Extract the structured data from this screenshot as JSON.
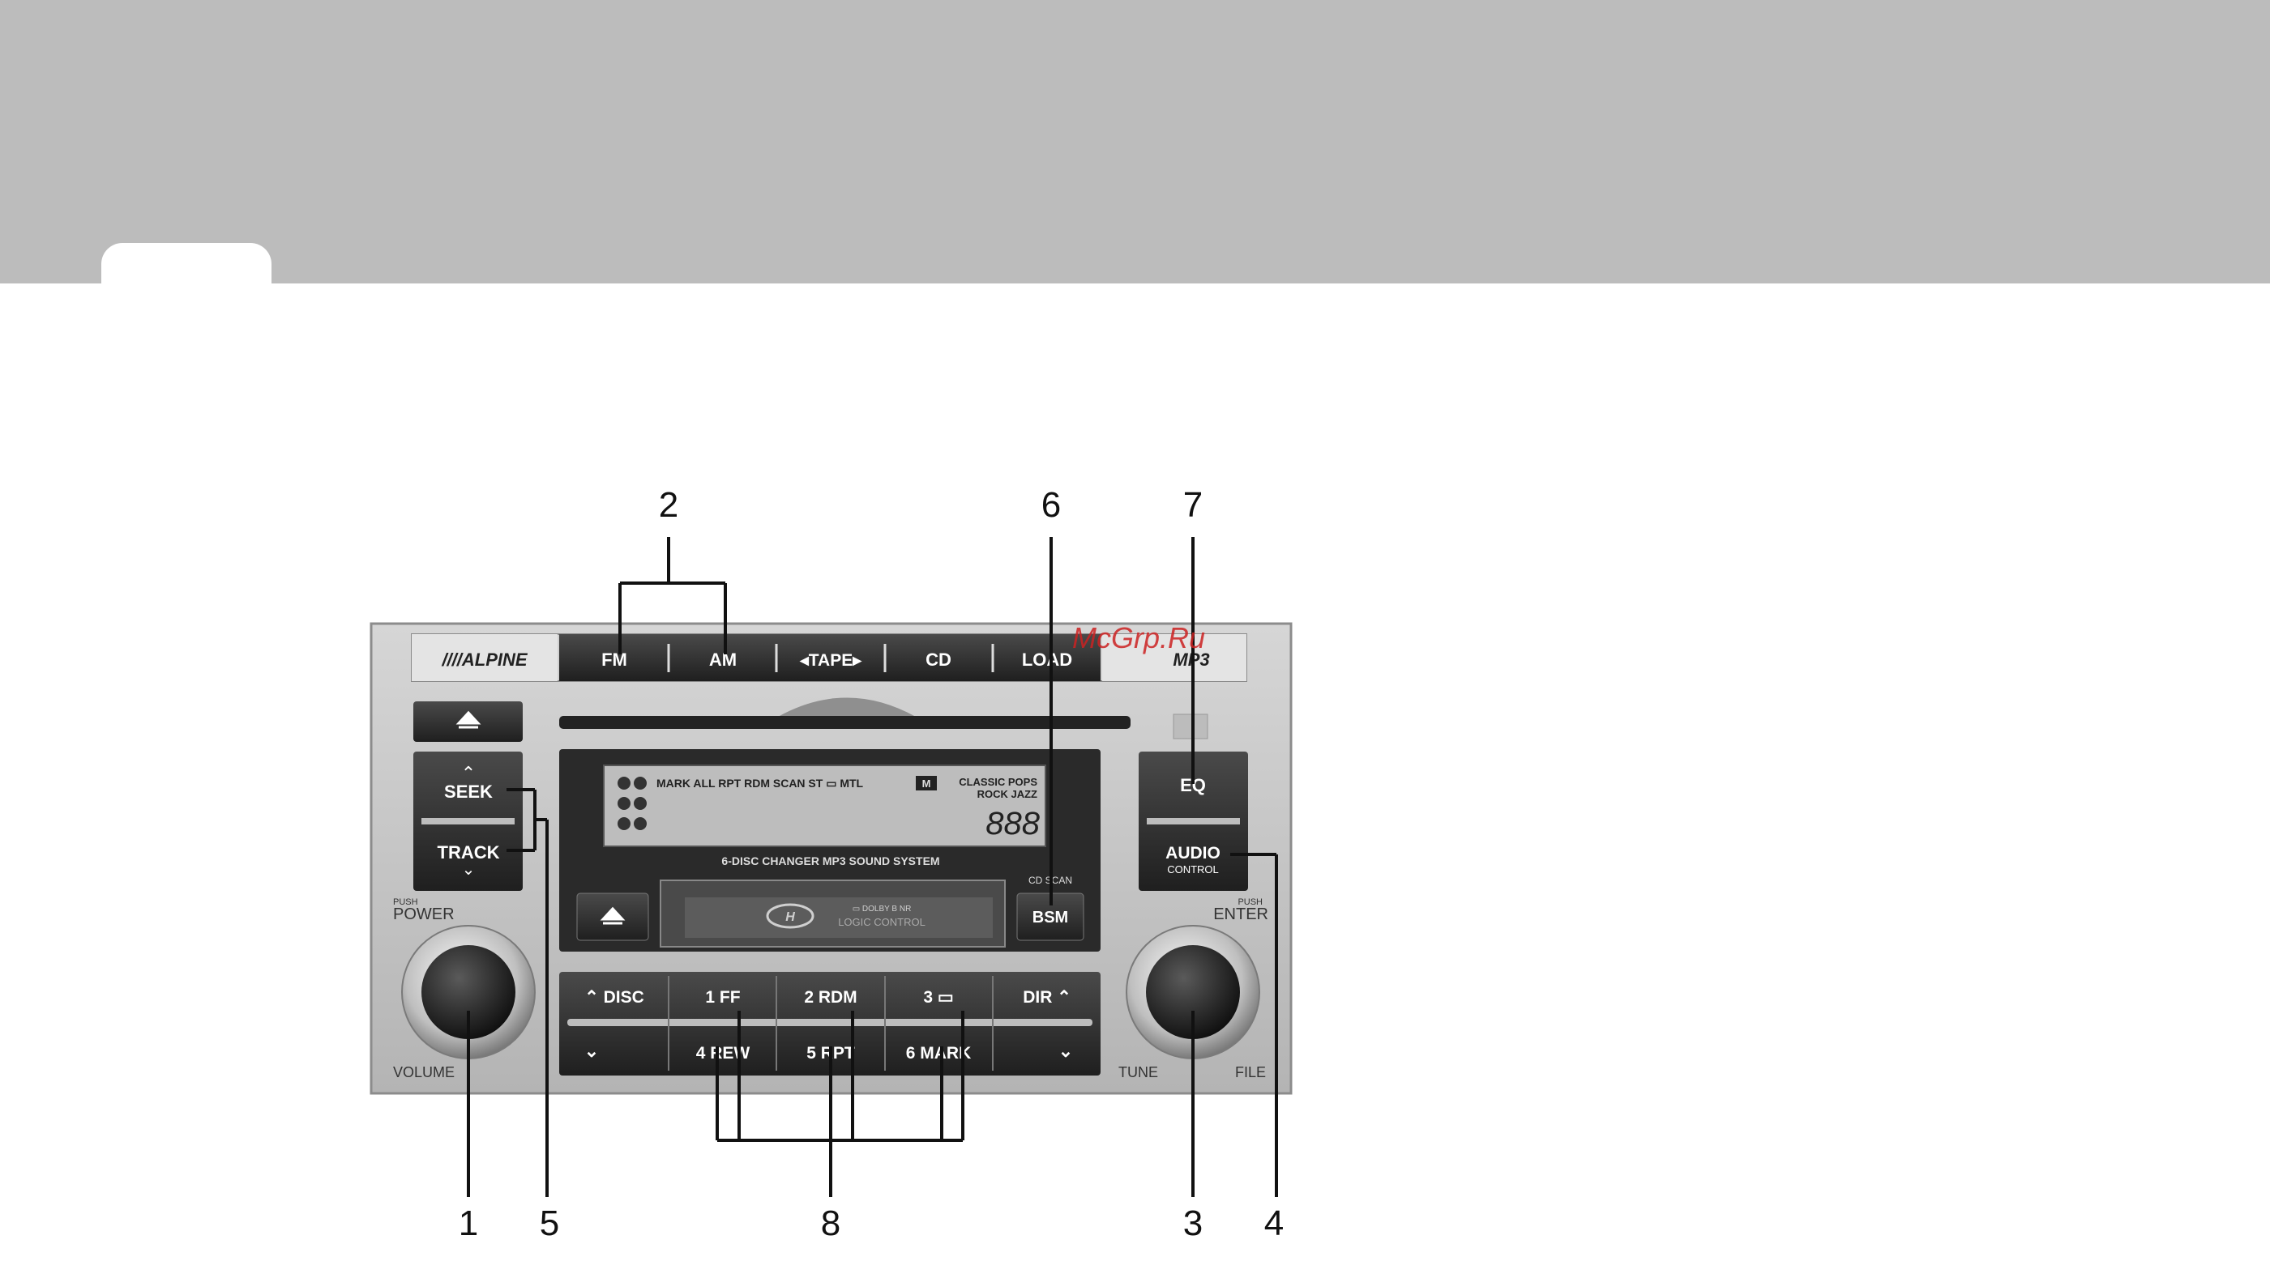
{
  "watermark": "McGrp.Ru",
  "callouts": {
    "c1": "1",
    "c2": "2",
    "c3": "3",
    "c4": "4",
    "c5": "5",
    "c6": "6",
    "c7": "7",
    "c8": "8"
  },
  "unit": {
    "brand": "////ALPINE",
    "mp3_badge": "MP3",
    "mode_buttons": {
      "fm": "FM",
      "am": "AM",
      "tape": "◂TAPE▸",
      "cd": "CD",
      "load": "LOAD"
    },
    "eq": "EQ",
    "audio": "AUDIO",
    "audio_sub": "CONTROL",
    "seek": "SEEK",
    "track": "TRACK",
    "push_power_small": "PUSH",
    "power": "POWER",
    "volume": "VOLUME",
    "push_enter_small": "PUSH",
    "enter": "ENTER",
    "tune": "TUNE",
    "file": "FILE",
    "display_indicators": "MARK ALL RPT RDM SCAN ST ▭ MTL",
    "display_m": "M",
    "display_genres_1": "CLASSIC POPS",
    "display_genres_2": "ROCK JAZZ",
    "display_digits": "888",
    "system_label": "6-DISC CHANGER MP3 SOUND SYSTEM",
    "cd_scan": "CD SCAN",
    "bsm": "BSM",
    "dolby_label": "▭ DOLBY B NR",
    "logic_control": "LOGIC CONTROL",
    "presets_top": {
      "disc": "⌃ DISC",
      "p1": "1 FF",
      "p2": "2 RDM",
      "p3": "3 ▭",
      "dir": "DIR ⌃"
    },
    "presets_bottom": {
      "down_left": "⌄",
      "p4": "4 REW",
      "p5": "5 RPT",
      "p6": "6 MARK",
      "down_right": "⌄"
    }
  },
  "colors": {
    "band": "#bcbcbc",
    "faceplate": "#c8c8c8",
    "button": "#2f2f2f",
    "watermark": "#cc2222"
  }
}
